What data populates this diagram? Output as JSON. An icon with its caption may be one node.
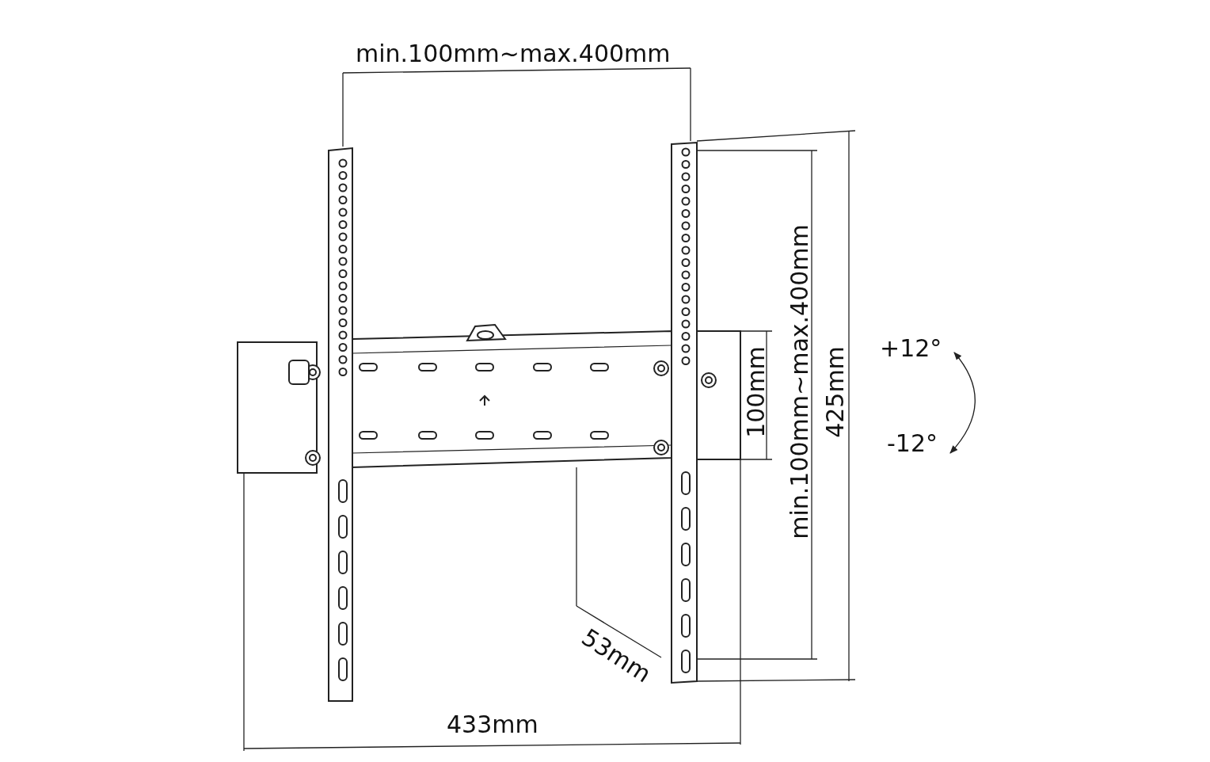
{
  "diagram": {
    "labels": [
      "min.100mm~max.400mm",
      "+12°",
      "100mm",
      "min.100mm~max.400mm",
      "425mm",
      "-12°",
      "53mm",
      "433mm"
    ]
  }
}
